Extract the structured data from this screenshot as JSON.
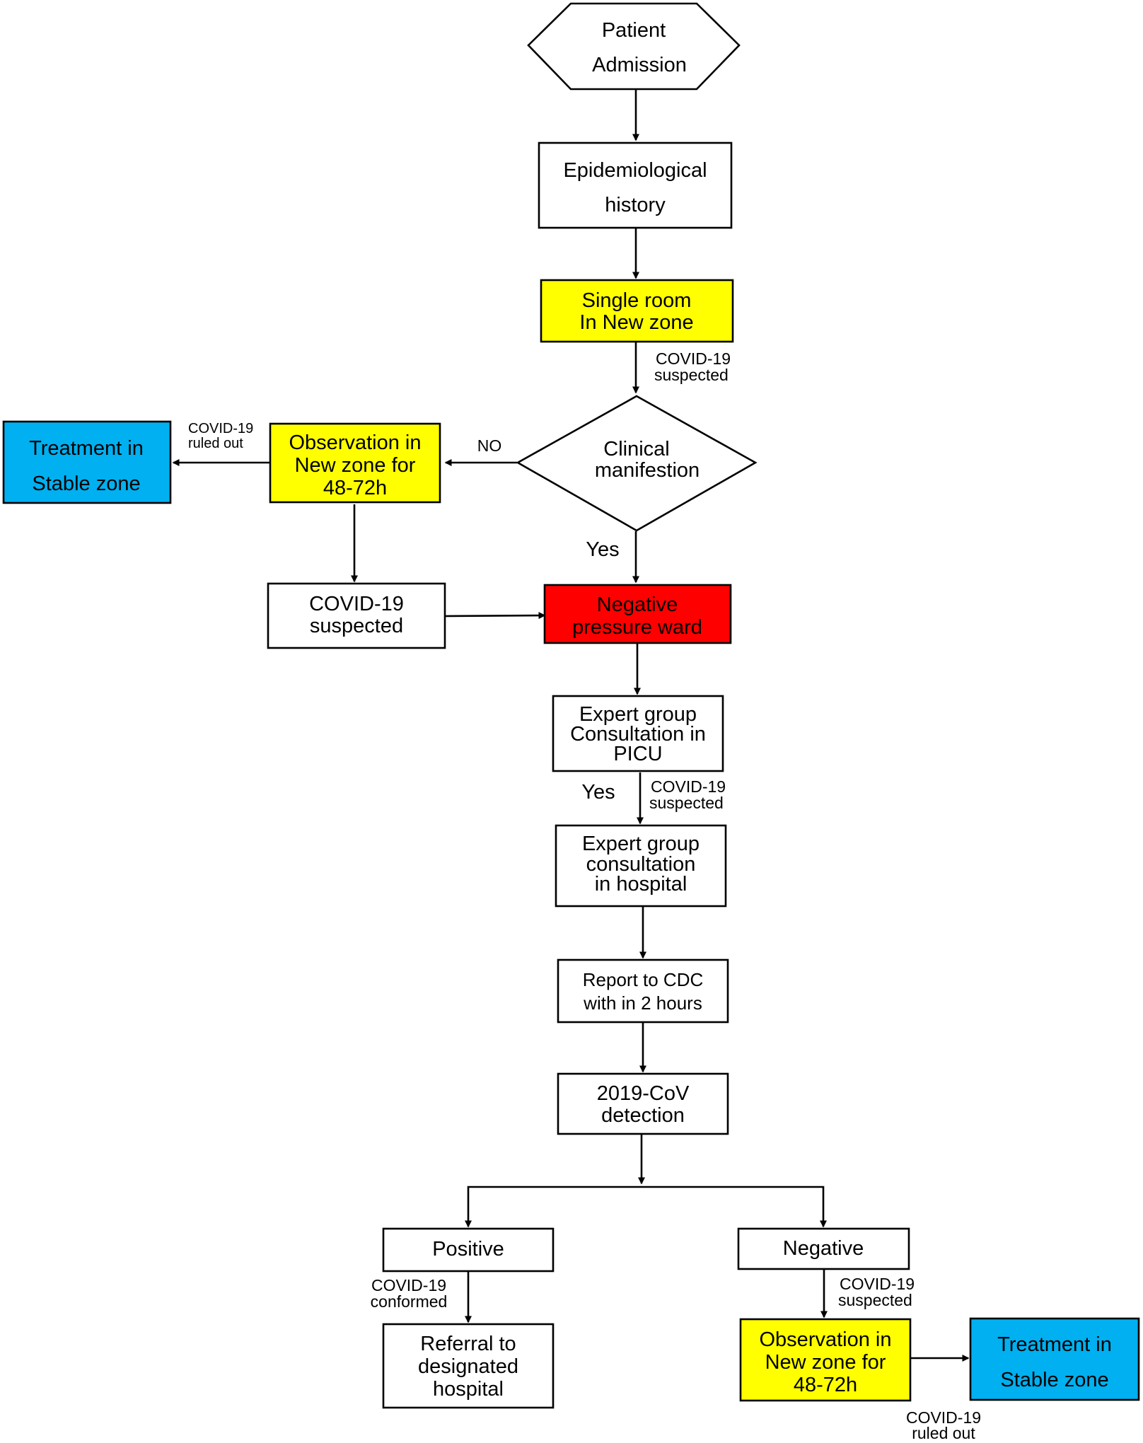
{
  "colors": {
    "yellow": "#ffff00",
    "blue": "#00b0f0",
    "red": "#ff0000",
    "white": "#ffffff",
    "line": "#000000"
  },
  "nodes": {
    "admission": [
      "Patient",
      "Admission"
    ],
    "epi_history": [
      "Epidemiological",
      "history"
    ],
    "single_room": [
      "Single room",
      "In New zone"
    ],
    "clinical": [
      "Clinical",
      "manifestion"
    ],
    "observation_top": [
      "Observation in",
      "New zone for",
      "48-72h"
    ],
    "treatment_top": [
      "Treatment in",
      "Stable zone"
    ],
    "suspected_box": [
      "COVID-19",
      "suspected"
    ],
    "negative_pressure": [
      "Negative",
      "pressure ward"
    ],
    "expert_picu": [
      "Expert group",
      "Consultation in",
      "PICU"
    ],
    "expert_hospital": [
      "Expert group",
      "consultation",
      "in hospital"
    ],
    "report_cdc": [
      "Report to CDC",
      "with in 2 hours"
    ],
    "detection": [
      "2019-CoV",
      "detection"
    ],
    "positive": [
      "Positive"
    ],
    "negative": [
      "Negative"
    ],
    "referral": [
      "Referral to",
      "designated",
      "hospital"
    ],
    "observation_bottom": [
      "Observation in",
      "New zone for",
      "48-72h"
    ],
    "treatment_bottom": [
      "Treatment in",
      "Stable zone"
    ]
  },
  "edge_labels": {
    "suspected_1": [
      "COVID-19",
      "suspected"
    ],
    "ruled_out_top": [
      "COVID-19",
      "ruled out"
    ],
    "no": [
      "NO"
    ],
    "yes_1": [
      "Yes"
    ],
    "yes_2": [
      "Yes"
    ],
    "suspected_2": [
      "COVID-19",
      "suspected"
    ],
    "conformed": [
      "COVID-19",
      "conformed"
    ],
    "suspected_3": [
      "COVID-19",
      "suspected"
    ],
    "ruled_out_bottom": [
      "COVID-19",
      "ruled out"
    ]
  }
}
